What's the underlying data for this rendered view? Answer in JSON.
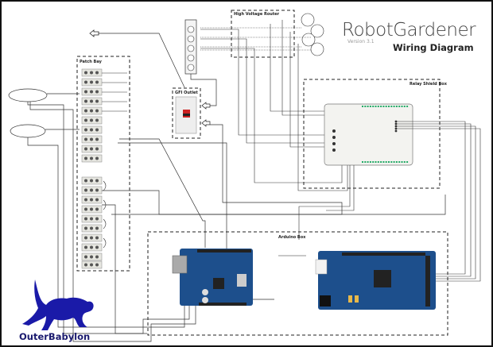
{
  "title": "RobotGardener",
  "version": "Version 3.1",
  "subtitle": "Wiring Diagram",
  "logo_text": "OuterBabylon",
  "sections": {
    "patch_bay": "Patch Bay",
    "high_voltage_router": "High Voltage Router",
    "gfi_outlet": "GFI Outlet",
    "relay_shield_box": "Relay Shield Box",
    "arduino_box": "Arduino Box"
  },
  "colors": {
    "board_blue": "#1d4f8c",
    "logo_blue": "#1a1aa8",
    "wire": "#333333"
  }
}
